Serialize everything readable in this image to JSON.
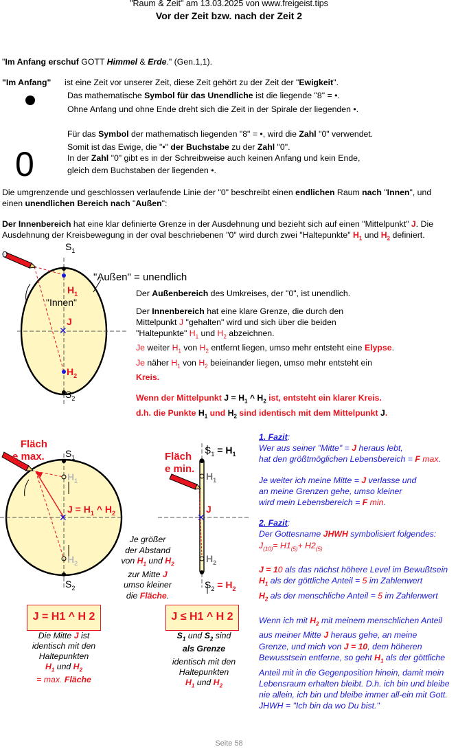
{
  "header": {
    "source": "\"Raum & Zeit\" am 13.03.2025 von www.freigeist.tips",
    "title": "Vor der Zeit bzw. nach der Zeit 2"
  },
  "intro": {
    "quote_a": "\"",
    "quote_b": "Im Anfang",
    "quote_c": " ",
    "quote_d": "erschuf",
    "quote_e": " GOTT ",
    "quote_f": "Himmel",
    "quote_g": " & ",
    "quote_h": "Erde",
    "quote_i": ".\" (Gen.1,1).",
    "anfang_label": "\"Im Anfang\"",
    "anfang_a": "ist eine Zeit vor unserer Zeit, diese Zeit gehört zu der Zeit der \"",
    "anfang_b": "Ewigkeit",
    "anfang_c": "\".",
    "sym_line1_a": "Das mathematische ",
    "sym_line1_b": "Symbol für das Unendliche",
    "sym_line1_c": " ist die liegende \"8\" = •.",
    "sym_line2": "Ohne Anfang und ohne Ende dreht sich die Zeit in der Spirale der liegenden •.",
    "zero_glyph": "0",
    "zero_line1_a": "Für das ",
    "zero_line1_b": "Symbol",
    "zero_line1_c": " der mathematisch liegenden \"8\" = •, wird die ",
    "zero_line1_d": "Zahl",
    "zero_line1_e": " \"0\" verwendet.",
    "zero_line2_a": "Somit ist das Ewige, die \"•\" ",
    "zero_line2_b": "der Buchstabe",
    "zero_line2_c": " zu der ",
    "zero_line2_d": "Zahl",
    "zero_line2_e": " \"0\".",
    "zero_line3_a": "In der ",
    "zero_line3_b": "Zahl",
    "zero_line3_c": " \"0\" gibt es in der Schreibweise auch keinen Anfang und kein Ende,",
    "zero_line4": "gleich dem Buchstaben der liegenden •."
  },
  "para1": {
    "a": "Die umgrenzende und geschlossen verlaufende Linie der \"0\" beschreibt einen ",
    "b": "endlichen",
    "c": " Raum ",
    "d": "nach",
    "e": " \"",
    "f": "Innen",
    "g": "\", und",
    "line2_a": "einen ",
    "line2_b": "unendlichen Bereich nach",
    "line2_c": " \"",
    "line2_d": "Außen",
    "line2_e": "\":"
  },
  "para2": {
    "a": "Der Innenbereich",
    "b": " hat eine klar definierte Grenze in der Ausdehnung und bezieht sich auf einen \"Mittelpunkt\" ",
    "c": "J",
    "d": ". Die",
    "line2_a": "Ausdehnung der Kreisbewegung in der oval beschriebenen \"0\" wird durch zwei \"Haltepunkte\" ",
    "line2_b": "H",
    "line2_sub1": "1",
    "line2_c": " und ",
    "line2_d": "H",
    "line2_sub2": "2",
    "line2_e": " definiert."
  },
  "fig1": {
    "s1": "S",
    "s1_sub": "1",
    "s2": "S",
    "s2_sub": "2",
    "h1": "H",
    "h1_sub": "1",
    "h2": "H",
    "h2_sub": "2",
    "j": "J",
    "innen": "\"Innen\"",
    "aussen": "\"Außen\" = unendlich"
  },
  "fig1_text": {
    "l1_a": "Der ",
    "l1_b": "Außenbereich",
    "l1_c": " des Umkreises, der \"0\", ist unendlich.",
    "l2_a": "Der ",
    "l2_b": "Innenbereich",
    "l2_c": " hat eine klare Grenze, die durch den",
    "l3_a": "Mittelpunkt ",
    "l3_b": "J",
    "l3_c": " \"gehalten\" wird und sich über die beiden",
    "l4_a": "\"Haltepunkte\" ",
    "l4_b": "H",
    "l4_sub1": "1",
    "l4_c": " und ",
    "l4_d": "H",
    "l4_sub2": "2",
    "l4_e": " abzeichnen.",
    "l5_a": "Je",
    "l5_b": " weiter ",
    "l5_c": "H",
    "l5_sub1": "1",
    "l5_d": " von ",
    "l5_e": "H",
    "l5_sub2": "2",
    "l5_f": " entfernt liegen, umso mehr entsteht eine ",
    "l5_g": "Elypse",
    "l5_h": ".",
    "l6_a": "Je",
    "l6_b": " näher ",
    "l6_c": "H",
    "l6_sub1": "1",
    "l6_d": " von ",
    "l6_e": "H",
    "l6_sub2": "2",
    "l6_f": " beieinander liegen, umso mehr entsteht ein",
    "l7": "Kreis.",
    "l8_a": "Wenn der Mittelpunkt ",
    "l8_b": "J = H",
    "l8_sub1": "1",
    "l8_c": " ^ H",
    "l8_sub2": "2",
    "l8_d": " ist, entsteht ein klarer Kreis.",
    "l9_a": "d.h. die Punkte ",
    "l9_b": "H",
    "l9_sub1": "1",
    "l9_c": " und ",
    "l9_d": "H",
    "l9_sub2": "2",
    "l9_e": " sind identisch mit dem Mittelpunkt ",
    "l9_f": "J",
    "l9_g": "."
  },
  "fig2": {
    "flaech_max_1": "Fläch",
    "flaech_max_2": "e max.",
    "s1": "S",
    "s1_sub": "1",
    "s2": "S",
    "s2_sub": "2",
    "h1": "H",
    "h1_sub": "1",
    "h2": "H",
    "h2_sub": "2",
    "j_eq": "J = H",
    "j_eq_sub1": "1",
    "j_eq_b": " ^ H",
    "j_eq_sub2": "2",
    "box": "J = H1 ^ H 2",
    "cap1_a": "Die Mitte ",
    "cap1_b": "J",
    "cap1_c": " ist",
    "cap2": "identisch mit den",
    "cap3": "Haltepunkten",
    "cap4_a": "H",
    "cap4_sub1": "1",
    "cap4_b": " und ",
    "cap4_c": "H",
    "cap4_sub2": "2",
    "cap5_a": "= max. ",
    "cap5_b": "Fläche"
  },
  "middle_note": {
    "l1": "Je größer",
    "l2": "der Abstand",
    "l3_a": "von ",
    "l3_b": "H",
    "l3_sub1": "1",
    "l3_c": " und ",
    "l3_d": "H",
    "l3_sub2": "2",
    "l4": "zur Mitte ",
    "l4_b": "J",
    "l5": "umso kleiner",
    "l6_a": "die ",
    "l6_b": "Fläche",
    "l6_c": "."
  },
  "fig3": {
    "flaech_min_1": "Fläch",
    "flaech_min_2": "e min.",
    "s1": "S",
    "s1_sub": "1",
    "s1_eq": " = H",
    "s1_eq_sub": "1",
    "s2": "S",
    "s2_sub": "2",
    "s2_eq": " = H",
    "s2_eq_sub": "2",
    "h1": "H",
    "h1_sub": "1",
    "h2": "H",
    "h2_sub": "2",
    "j": "J",
    "box": "J ≤ H1 ^ H 2",
    "cap1_a": "S",
    "cap1_sub1": "1",
    "cap1_b": " und ",
    "cap1_c": "S",
    "cap1_sub2": "2",
    "cap1_d": " sind",
    "cap2": "als Grenze",
    "cap3": "identisch mit den",
    "cap4": "Haltepunkten",
    "cap5_a": "H",
    "cap5_sub1": "1",
    "cap5_b": " und ",
    "cap5_c": "H",
    "cap5_sub2": "2"
  },
  "fazit": {
    "f1_title": "1. Fazit",
    "f1_colon": ":",
    "f1_l1_a": "Wer aus seiner \"Mitte\" = ",
    "f1_l1_b": "J",
    "f1_l1_c": " heraus lebt,",
    "f1_l2_a": "hat den größtmöglichen Lebensbereich = ",
    "f1_l2_b": "F",
    "f1_l2_c": " max",
    "f1_l2_d": ".",
    "f1_l3": "Je weiter ich meine Mitte = ",
    "f1_l3_b": "J",
    "f1_l3_c": " verlasse und",
    "f1_l4": "an meine Grenzen gehe, umso kleiner",
    "f1_l5_a": "wird mein Lebensbereich = ",
    "f1_l5_b": "F",
    "f1_l5_c": " min",
    "f1_l5_d": ".",
    "f2_title": "2. Fazit",
    "f2_colon": ":",
    "f2_l1_a": "Der Gottesname ",
    "f2_l1_b": "JHWH",
    "f2_l1_c": " symbolisiert folgendes:",
    "f2_l2_a": "J",
    "f2_l2_sub1": "(10)",
    "f2_l2_b": "= H1",
    "f2_l2_sub2": "(5)",
    "f2_l2_c": "+ H2",
    "f2_l2_sub3": "(5)",
    "f2_l3_a": "J = 1",
    "f2_l3_b": "0",
    "f2_l3_c": " als das nächst höhere Level im Bewußtsein",
    "f2_l4_a": "H",
    "f2_l4_sub": "1",
    "f2_l4_b": " als der göttliche Anteil = ",
    "f2_l4_c": "5",
    "f2_l4_d": " im Zahlenwert",
    "f2_l5_a": "H",
    "f2_l5_sub": "2",
    "f2_l5_b": " als der menschliche Anteil = ",
    "f2_l5_c": "5",
    "f2_l5_d": " im Zahlenwert",
    "f2_l6_a": "Wenn ich mit ",
    "f2_l6_b": "H",
    "f2_l6_sub": "2",
    "f2_l6_c": " mit meinem menschlichen Anteil",
    "f2_l7_a": "aus meiner Mitte ",
    "f2_l7_b": "J",
    "f2_l7_c": " heraus gehe, an meine",
    "f2_l8_a": "Grenze, und mich von ",
    "f2_l8_b": "J = 10",
    "f2_l8_c": ", dem höheren",
    "f2_l9_a": "Bewusstsein entferne, so geht ",
    "f2_l9_b": "H",
    "f2_l9_sub": "1",
    "f2_l9_c": " als der göttliche",
    "f2_l10": "Anteil mit in die Gegenposition hinein, damit mein",
    "f2_l11": "Lebensraum erhalten bleibt. D.h. ich bin und bleibe",
    "f2_l12": "nie allein, ich bin und bleibe immer all-ein mit Gott.",
    "f2_l13": "JHWH = \"Ich bin da wo Du bist.\""
  },
  "footer": {
    "page": "Seite 58"
  },
  "colors": {
    "accent_red": "#e8141e",
    "text_blue": "#1a1ad4",
    "fill_yellow": "#fff6c2",
    "point_blue": "#1a1ad4"
  }
}
